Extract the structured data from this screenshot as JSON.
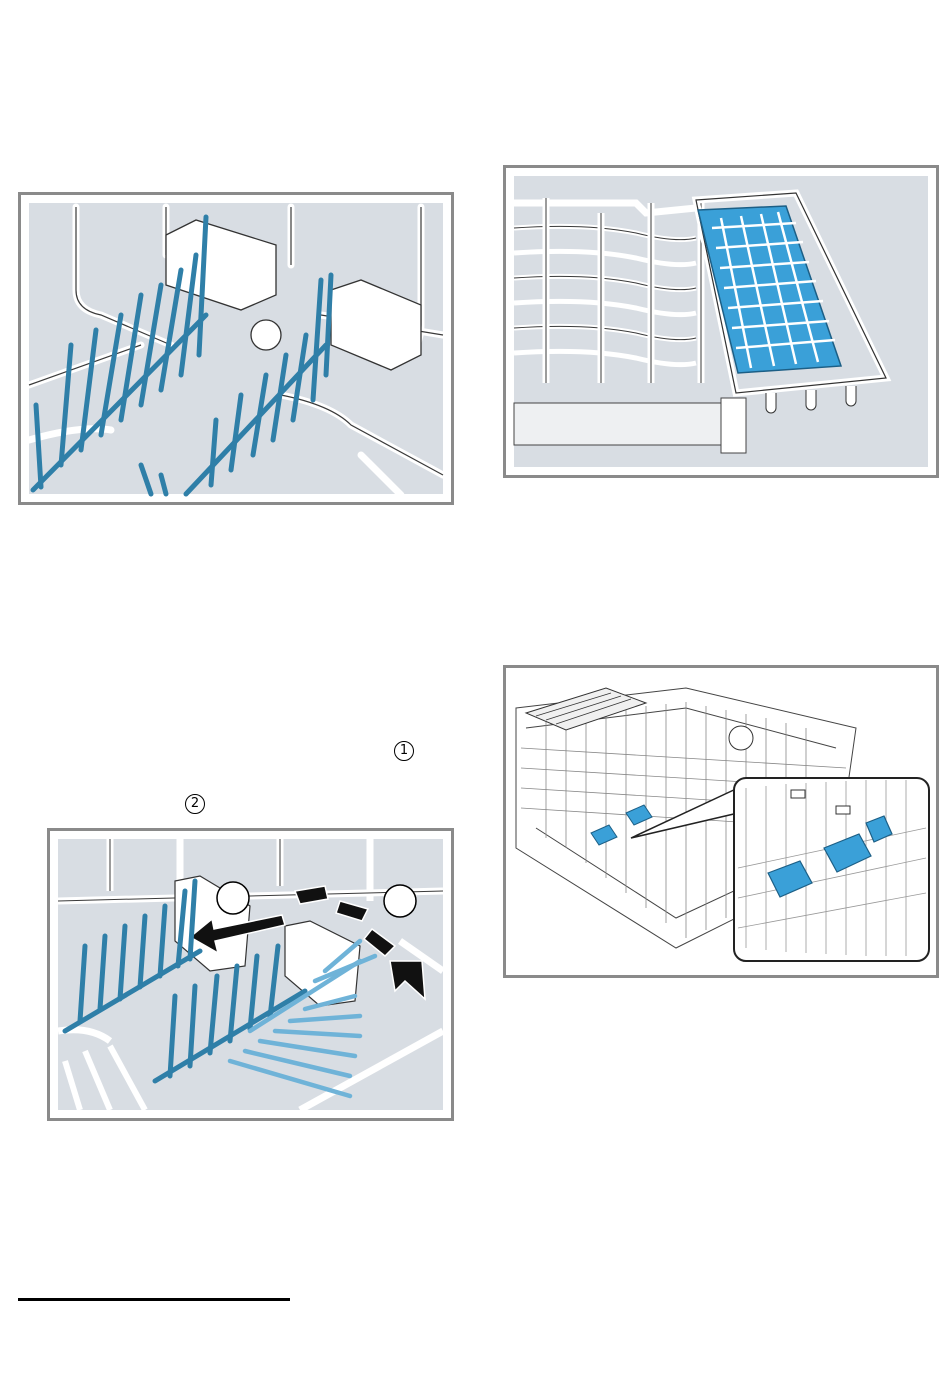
{
  "colors": {
    "frame": "#8a8a8a",
    "illustration_bg": "#d8dde3",
    "wire": "#ffffff",
    "wire_outline": "#3a3a3a",
    "tine_blue": "#2f7fa8",
    "tine_light_blue": "#6fb3d8",
    "accent_blue": "#3aa0d8",
    "arrow": "#111111"
  },
  "callouts": {
    "one": "1",
    "two": "2"
  },
  "figures": [
    {
      "name": "fold-down-tines-close-up",
      "icon": "rack-tines-illustration"
    },
    {
      "name": "cutlery-tray-in-upper-rack",
      "icon": "cutlery-tray-illustration"
    },
    {
      "name": "remove-tine-rows",
      "icon": "remove-tines-illustration"
    },
    {
      "name": "upper-rack-with-detail-inset",
      "icon": "rack-inset-illustration"
    }
  ]
}
